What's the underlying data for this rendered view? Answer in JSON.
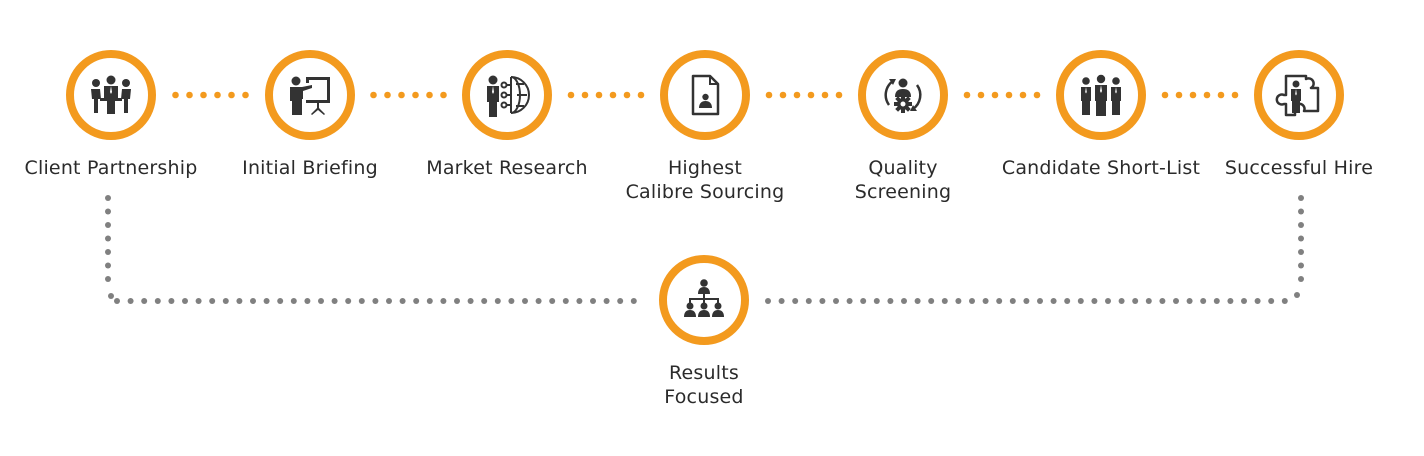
{
  "colors": {
    "ring": "#F39A1E",
    "step_connector": "#F39A1E",
    "loop_connector": "#808080",
    "icon": "#333333",
    "text": "#2b2b2b"
  },
  "steps": [
    {
      "id": "client-partnership",
      "lines": [
        "Client Partnership"
      ],
      "icon": "meeting-icon"
    },
    {
      "id": "initial-briefing",
      "lines": [
        "Initial Briefing"
      ],
      "icon": "presentation-icon"
    },
    {
      "id": "market-research",
      "lines": [
        "Market Research"
      ],
      "icon": "globe-network-icon"
    },
    {
      "id": "highest-calibre-sourcing",
      "lines": [
        "Highest",
        "Calibre Sourcing"
      ],
      "icon": "resume-document-icon"
    },
    {
      "id": "quality-screening",
      "lines": [
        "Quality",
        "Screening"
      ],
      "icon": "person-gear-cycle-icon"
    },
    {
      "id": "candidate-short-list",
      "lines": [
        "Candidate Short-List"
      ],
      "icon": "group-of-three-icon"
    },
    {
      "id": "successful-hire",
      "lines": [
        "Successful Hire"
      ],
      "icon": "puzzle-person-icon"
    }
  ],
  "result": {
    "id": "results-focused",
    "lines": [
      "Results",
      "Focused"
    ],
    "icon": "org-chart-icon"
  }
}
